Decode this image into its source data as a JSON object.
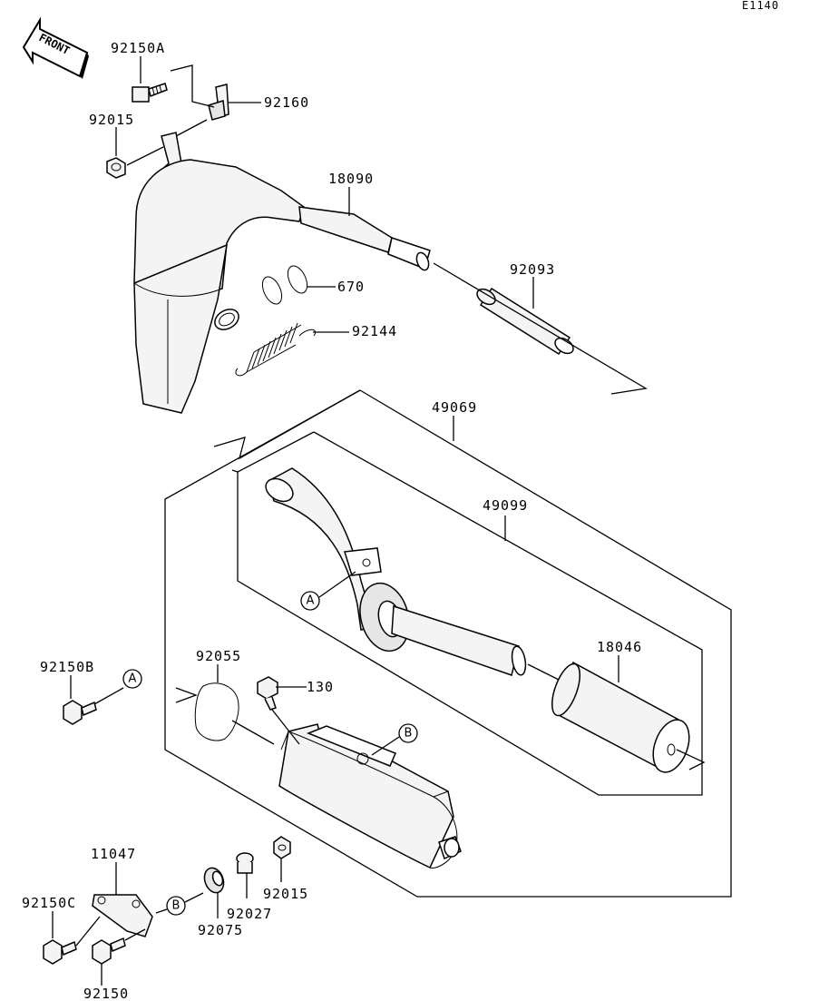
{
  "diagram_code": "E1140",
  "front_marker": "FRONT",
  "parts": {
    "p92150A": "92150A",
    "p92160": "92160",
    "p92015_top": "92015",
    "p18090": "18090",
    "p670": "670",
    "p92093": "92093",
    "p92144": "92144",
    "p49069": "49069",
    "p49099": "49099",
    "p18046": "18046",
    "p92150B": "92150B",
    "p92055": "92055",
    "p130": "130",
    "p11047": "11047",
    "p92150C": "92150C",
    "p92075": "92075",
    "p92027": "92027",
    "p92015_bottom": "92015",
    "p92150": "92150"
  },
  "callouts": {
    "a": "A",
    "b": "B"
  }
}
